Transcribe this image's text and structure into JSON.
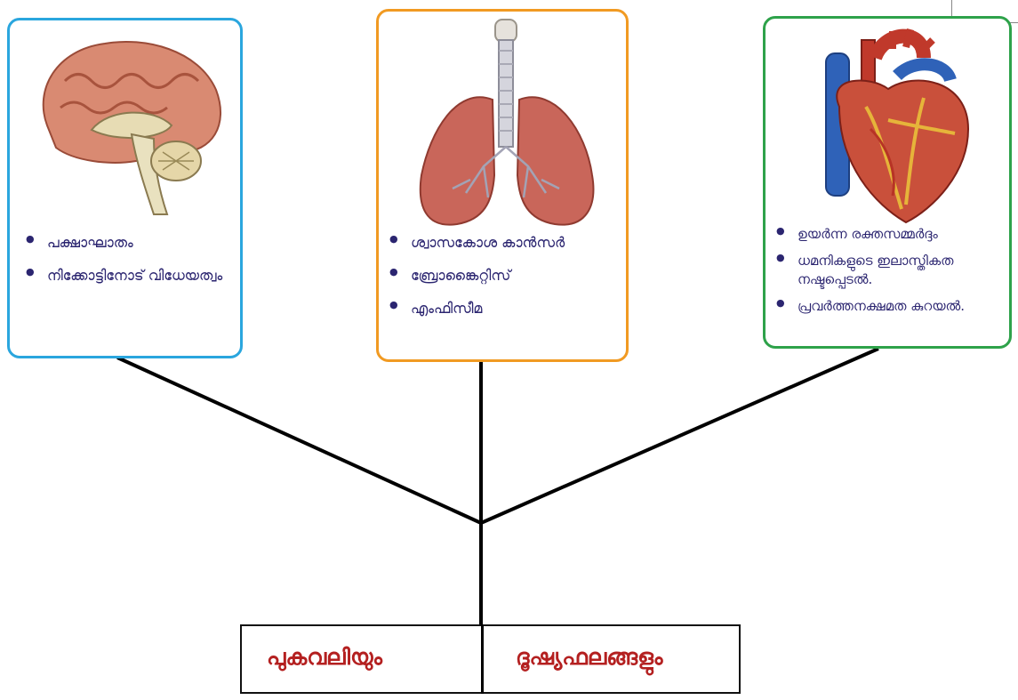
{
  "cards": {
    "brain": {
      "items": [
        "പക്ഷാഘാതം",
        "നിക്കോട്ടിനോട് വിധേയത്വം"
      ],
      "border_color": "#2aa6de"
    },
    "lungs": {
      "items": [
        "ശ്വാസകോശ കാൻസർ",
        "ബ്രോങ്കൈറ്റിസ്",
        "എംഫിസീമ"
      ],
      "border_color": "#f19a22"
    },
    "heart": {
      "items": [
        "ഉയർന്ന രക്തസമ്മർദ്ദം",
        "ധമനികളുടെ ഇലാസ്തികത നഷ്ടപ്പെടൽ.",
        "പ്രവർത്തനക്ഷമത കുറയൽ."
      ],
      "border_color": "#2ea24a"
    }
  },
  "bottom": {
    "left_label": "പുകവലിയും",
    "right_label": "ദൂഷ്യഫലങ്ങളും"
  },
  "colors": {
    "bullet_text": "#2b2570",
    "title_text": "#b42020",
    "lines": "#000000"
  },
  "icons": [
    "brain-icon",
    "lungs-icon",
    "heart-icon"
  ]
}
